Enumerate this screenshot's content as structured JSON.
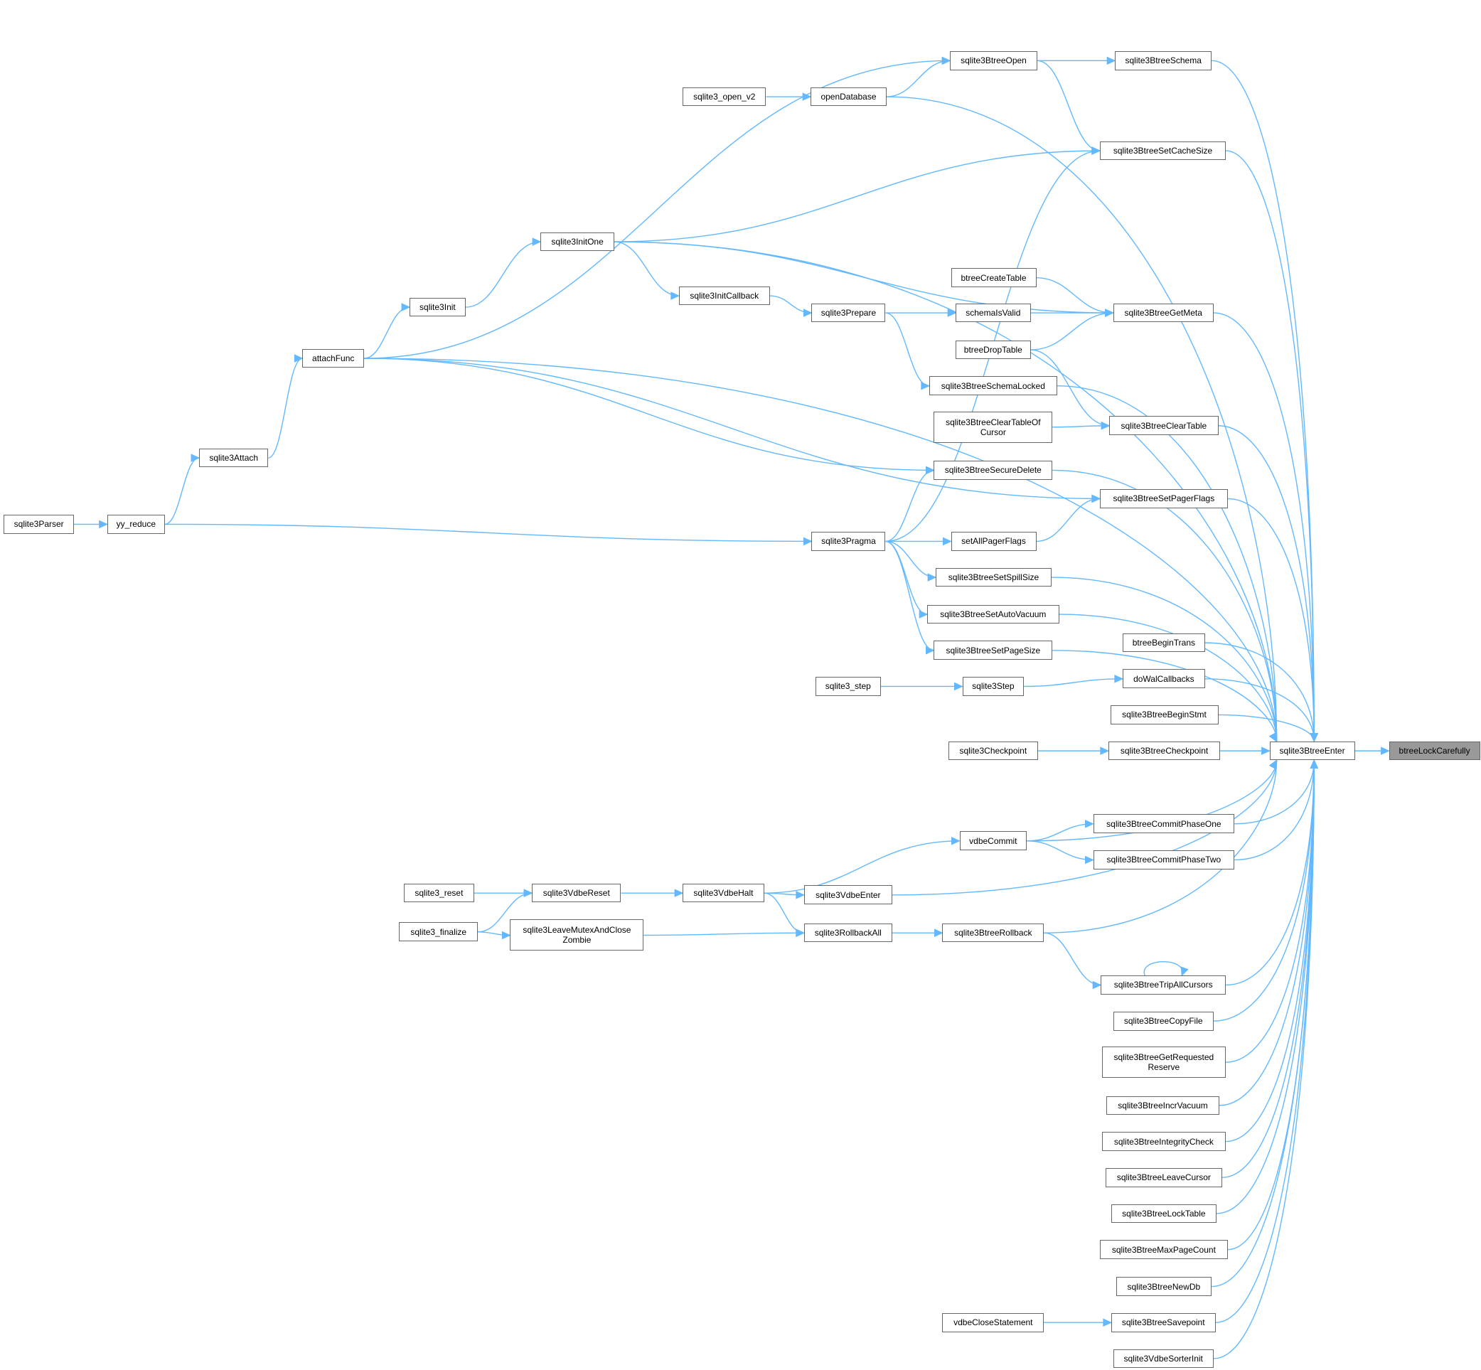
{
  "diagram": {
    "nodes": [
      {
        "id": "btreeLockCarefully",
        "label": "btreeLockCarefully",
        "current": true
      },
      {
        "id": "sqlite3BtreeEnter",
        "label": "sqlite3BtreeEnter"
      },
      {
        "id": "sqlite3Parser",
        "label": "sqlite3Parser"
      },
      {
        "id": "yy_reduce",
        "label": "yy_reduce"
      },
      {
        "id": "sqlite3Attach",
        "label": "sqlite3Attach"
      },
      {
        "id": "attachFunc",
        "label": "attachFunc"
      },
      {
        "id": "sqlite3Init",
        "label": "sqlite3Init"
      },
      {
        "id": "sqlite3InitOne",
        "label": "sqlite3InitOne"
      },
      {
        "id": "sqlite3InitCallback",
        "label": "sqlite3InitCallback"
      },
      {
        "id": "sqlite3Prepare",
        "label": "sqlite3Prepare"
      },
      {
        "id": "sqlite3Pragma",
        "label": "sqlite3Pragma"
      },
      {
        "id": "sqlite3_open_v2",
        "label": "sqlite3_open_v2"
      },
      {
        "id": "openDatabase",
        "label": "openDatabase"
      },
      {
        "id": "sqlite3BtreeOpen",
        "label": "sqlite3BtreeOpen"
      },
      {
        "id": "sqlite3BtreeSchema",
        "label": "sqlite3BtreeSchema"
      },
      {
        "id": "sqlite3BtreeSetCacheSize",
        "label": "sqlite3BtreeSetCacheSize"
      },
      {
        "id": "btreeCreateTable",
        "label": "btreeCreateTable"
      },
      {
        "id": "schemaIsValid",
        "label": "schemaIsValid"
      },
      {
        "id": "btreeDropTable",
        "label": "btreeDropTable"
      },
      {
        "id": "sqlite3BtreeGetMeta",
        "label": "sqlite3BtreeGetMeta"
      },
      {
        "id": "sqlite3BtreeSchemaLocked",
        "label": "sqlite3BtreeSchemaLocked"
      },
      {
        "id": "sqlite3BtreeClearTableOfCursor",
        "label": "sqlite3BtreeClearTableOf\nCursor"
      },
      {
        "id": "sqlite3BtreeClearTable",
        "label": "sqlite3BtreeClearTable"
      },
      {
        "id": "sqlite3BtreeSecureDelete",
        "label": "sqlite3BtreeSecureDelete"
      },
      {
        "id": "sqlite3BtreeSetPagerFlags",
        "label": "sqlite3BtreeSetPagerFlags"
      },
      {
        "id": "setAllPagerFlags",
        "label": "setAllPagerFlags"
      },
      {
        "id": "sqlite3BtreeSetSpillSize",
        "label": "sqlite3BtreeSetSpillSize"
      },
      {
        "id": "sqlite3BtreeSetAutoVacuum",
        "label": "sqlite3BtreeSetAutoVacuum"
      },
      {
        "id": "sqlite3BtreeSetPageSize",
        "label": "sqlite3BtreeSetPageSize"
      },
      {
        "id": "btreeBeginTrans",
        "label": "btreeBeginTrans"
      },
      {
        "id": "sqlite3_step",
        "label": "sqlite3_step"
      },
      {
        "id": "sqlite3Step",
        "label": "sqlite3Step"
      },
      {
        "id": "doWalCallbacks",
        "label": "doWalCallbacks"
      },
      {
        "id": "sqlite3BtreeBeginStmt",
        "label": "sqlite3BtreeBeginStmt"
      },
      {
        "id": "sqlite3Checkpoint",
        "label": "sqlite3Checkpoint"
      },
      {
        "id": "sqlite3BtreeCheckpoint",
        "label": "sqlite3BtreeCheckpoint"
      },
      {
        "id": "vdbeCommit",
        "label": "vdbeCommit"
      },
      {
        "id": "sqlite3BtreeCommitPhaseOne",
        "label": "sqlite3BtreeCommitPhaseOne"
      },
      {
        "id": "sqlite3BtreeCommitPhaseTwo",
        "label": "sqlite3BtreeCommitPhaseTwo"
      },
      {
        "id": "sqlite3_reset",
        "label": "sqlite3_reset"
      },
      {
        "id": "sqlite3VdbeReset",
        "label": "sqlite3VdbeReset"
      },
      {
        "id": "sqlite3VdbeHalt",
        "label": "sqlite3VdbeHalt"
      },
      {
        "id": "sqlite3VdbeEnter",
        "label": "sqlite3VdbeEnter"
      },
      {
        "id": "sqlite3_finalize",
        "label": "sqlite3_finalize"
      },
      {
        "id": "sqlite3LeaveMutexAndCloseZombie",
        "label": "sqlite3LeaveMutexAndClose\nZombie"
      },
      {
        "id": "sqlite3RollbackAll",
        "label": "sqlite3RollbackAll"
      },
      {
        "id": "sqlite3BtreeRollback",
        "label": "sqlite3BtreeRollback"
      },
      {
        "id": "sqlite3BtreeTripAllCursors",
        "label": "sqlite3BtreeTripAllCursors"
      },
      {
        "id": "sqlite3BtreeCopyFile",
        "label": "sqlite3BtreeCopyFile"
      },
      {
        "id": "sqlite3BtreeGetRequestedReserve",
        "label": "sqlite3BtreeGetRequested\nReserve"
      },
      {
        "id": "sqlite3BtreeIncrVacuum",
        "label": "sqlite3BtreeIncrVacuum"
      },
      {
        "id": "sqlite3BtreeIntegrityCheck",
        "label": "sqlite3BtreeIntegrityCheck"
      },
      {
        "id": "sqlite3BtreeLeaveCursor",
        "label": "sqlite3BtreeLeaveCursor"
      },
      {
        "id": "sqlite3BtreeLockTable",
        "label": "sqlite3BtreeLockTable"
      },
      {
        "id": "sqlite3BtreeMaxPageCount",
        "label": "sqlite3BtreeMaxPageCount"
      },
      {
        "id": "sqlite3BtreeNewDb",
        "label": "sqlite3BtreeNewDb"
      },
      {
        "id": "vdbeCloseStatement",
        "label": "vdbeCloseStatement"
      },
      {
        "id": "sqlite3BtreeSavepoint",
        "label": "sqlite3BtreeSavepoint"
      },
      {
        "id": "sqlite3VdbeSorterInit",
        "label": "sqlite3VdbeSorterInit"
      }
    ],
    "edges": [
      [
        "sqlite3BtreeEnter",
        "btreeLockCarefully"
      ],
      [
        "sqlite3Parser",
        "yy_reduce"
      ],
      [
        "yy_reduce",
        "sqlite3Attach"
      ],
      [
        "yy_reduce",
        "sqlite3Pragma"
      ],
      [
        "sqlite3Attach",
        "attachFunc"
      ],
      [
        "attachFunc",
        "sqlite3Init"
      ],
      [
        "attachFunc",
        "sqlite3BtreeOpen"
      ],
      [
        "attachFunc",
        "sqlite3BtreeEnter"
      ],
      [
        "attachFunc",
        "sqlite3BtreeSecureDelete"
      ],
      [
        "attachFunc",
        "sqlite3BtreeSetPagerFlags"
      ],
      [
        "sqlite3Init",
        "sqlite3InitOne"
      ],
      [
        "sqlite3InitOne",
        "sqlite3InitCallback"
      ],
      [
        "sqlite3InitOne",
        "sqlite3BtreeSetCacheSize"
      ],
      [
        "sqlite3InitOne",
        "sqlite3BtreeEnter"
      ],
      [
        "sqlite3InitOne",
        "sqlite3BtreeGetMeta"
      ],
      [
        "sqlite3InitCallback",
        "sqlite3Prepare"
      ],
      [
        "sqlite3Prepare",
        "schemaIsValid"
      ],
      [
        "sqlite3Prepare",
        "sqlite3BtreeSchemaLocked"
      ],
      [
        "sqlite3_open_v2",
        "openDatabase"
      ],
      [
        "openDatabase",
        "sqlite3BtreeOpen"
      ],
      [
        "openDatabase",
        "sqlite3BtreeEnter"
      ],
      [
        "sqlite3BtreeOpen",
        "sqlite3BtreeSchema"
      ],
      [
        "sqlite3BtreeOpen",
        "sqlite3BtreeSetCacheSize"
      ],
      [
        "sqlite3BtreeSchema",
        "sqlite3BtreeEnter"
      ],
      [
        "sqlite3BtreeSetCacheSize",
        "sqlite3BtreeEnter"
      ],
      [
        "btreeCreateTable",
        "sqlite3BtreeGetMeta"
      ],
      [
        "schemaIsValid",
        "sqlite3BtreeGetMeta"
      ],
      [
        "btreeDropTable",
        "sqlite3BtreeGetMeta"
      ],
      [
        "btreeDropTable",
        "sqlite3BtreeClearTable"
      ],
      [
        "sqlite3BtreeGetMeta",
        "sqlite3BtreeEnter"
      ],
      [
        "sqlite3BtreeSchemaLocked",
        "sqlite3BtreeEnter"
      ],
      [
        "sqlite3BtreeClearTableOfCursor",
        "sqlite3BtreeClearTable"
      ],
      [
        "sqlite3BtreeClearTable",
        "sqlite3BtreeEnter"
      ],
      [
        "sqlite3BtreeSecureDelete",
        "sqlite3BtreeEnter"
      ],
      [
        "sqlite3BtreeSetPagerFlags",
        "sqlite3BtreeEnter"
      ],
      [
        "sqlite3Pragma",
        "sqlite3BtreeSetCacheSize"
      ],
      [
        "sqlite3Pragma",
        "sqlite3BtreeSecureDelete"
      ],
      [
        "sqlite3Pragma",
        "setAllPagerFlags"
      ],
      [
        "sqlite3Pragma",
        "sqlite3BtreeSetSpillSize"
      ],
      [
        "sqlite3Pragma",
        "sqlite3BtreeSetAutoVacuum"
      ],
      [
        "sqlite3Pragma",
        "sqlite3BtreeSetPageSize"
      ],
      [
        "setAllPagerFlags",
        "sqlite3BtreeSetPagerFlags"
      ],
      [
        "sqlite3BtreeSetSpillSize",
        "sqlite3BtreeEnter"
      ],
      [
        "sqlite3BtreeSetAutoVacuum",
        "sqlite3BtreeEnter"
      ],
      [
        "sqlite3BtreeSetPageSize",
        "sqlite3BtreeEnter"
      ],
      [
        "btreeBeginTrans",
        "sqlite3BtreeEnter"
      ],
      [
        "sqlite3_step",
        "sqlite3Step"
      ],
      [
        "sqlite3Step",
        "doWalCallbacks"
      ],
      [
        "doWalCallbacks",
        "sqlite3BtreeEnter"
      ],
      [
        "sqlite3BtreeBeginStmt",
        "sqlite3BtreeEnter"
      ],
      [
        "sqlite3Checkpoint",
        "sqlite3BtreeCheckpoint"
      ],
      [
        "sqlite3BtreeCheckpoint",
        "sqlite3BtreeEnter"
      ],
      [
        "vdbeCommit",
        "sqlite3BtreeEnter"
      ],
      [
        "vdbeCommit",
        "sqlite3BtreeCommitPhaseOne"
      ],
      [
        "vdbeCommit",
        "sqlite3BtreeCommitPhaseTwo"
      ],
      [
        "sqlite3BtreeCommitPhaseOne",
        "sqlite3BtreeEnter"
      ],
      [
        "sqlite3BtreeCommitPhaseTwo",
        "sqlite3BtreeEnter"
      ],
      [
        "sqlite3_reset",
        "sqlite3VdbeReset"
      ],
      [
        "sqlite3_finalize",
        "sqlite3VdbeReset"
      ],
      [
        "sqlite3_finalize",
        "sqlite3LeaveMutexAndCloseZombie"
      ],
      [
        "sqlite3VdbeReset",
        "sqlite3VdbeHalt"
      ],
      [
        "sqlite3VdbeHalt",
        "vdbeCommit"
      ],
      [
        "sqlite3VdbeHalt",
        "sqlite3VdbeEnter"
      ],
      [
        "sqlite3VdbeHalt",
        "sqlite3RollbackAll"
      ],
      [
        "sqlite3LeaveMutexAndCloseZombie",
        "sqlite3RollbackAll"
      ],
      [
        "sqlite3VdbeEnter",
        "sqlite3BtreeEnter"
      ],
      [
        "sqlite3RollbackAll",
        "sqlite3BtreeRollback"
      ],
      [
        "sqlite3BtreeRollback",
        "sqlite3BtreeEnter"
      ],
      [
        "sqlite3BtreeRollback",
        "sqlite3BtreeTripAllCursors"
      ],
      [
        "sqlite3BtreeTripAllCursors",
        "sqlite3BtreeTripAllCursors"
      ],
      [
        "sqlite3BtreeTripAllCursors",
        "sqlite3BtreeEnter"
      ],
      [
        "sqlite3BtreeCopyFile",
        "sqlite3BtreeEnter"
      ],
      [
        "sqlite3BtreeGetRequestedReserve",
        "sqlite3BtreeEnter"
      ],
      [
        "sqlite3BtreeIncrVacuum",
        "sqlite3BtreeEnter"
      ],
      [
        "sqlite3BtreeIntegrityCheck",
        "sqlite3BtreeEnter"
      ],
      [
        "sqlite3BtreeLeaveCursor",
        "sqlite3BtreeEnter"
      ],
      [
        "sqlite3BtreeLockTable",
        "sqlite3BtreeEnter"
      ],
      [
        "sqlite3BtreeMaxPageCount",
        "sqlite3BtreeEnter"
      ],
      [
        "sqlite3BtreeNewDb",
        "sqlite3BtreeEnter"
      ],
      [
        "vdbeCloseStatement",
        "sqlite3BtreeSavepoint"
      ],
      [
        "sqlite3BtreeSavepoint",
        "sqlite3BtreeEnter"
      ],
      [
        "sqlite3VdbeSorterInit",
        "sqlite3BtreeEnter"
      ]
    ],
    "colors": {
      "edge": "#63b8ff",
      "node_border": "#666666",
      "current_fill": "#999999",
      "node_fill": "#ffffff"
    }
  }
}
